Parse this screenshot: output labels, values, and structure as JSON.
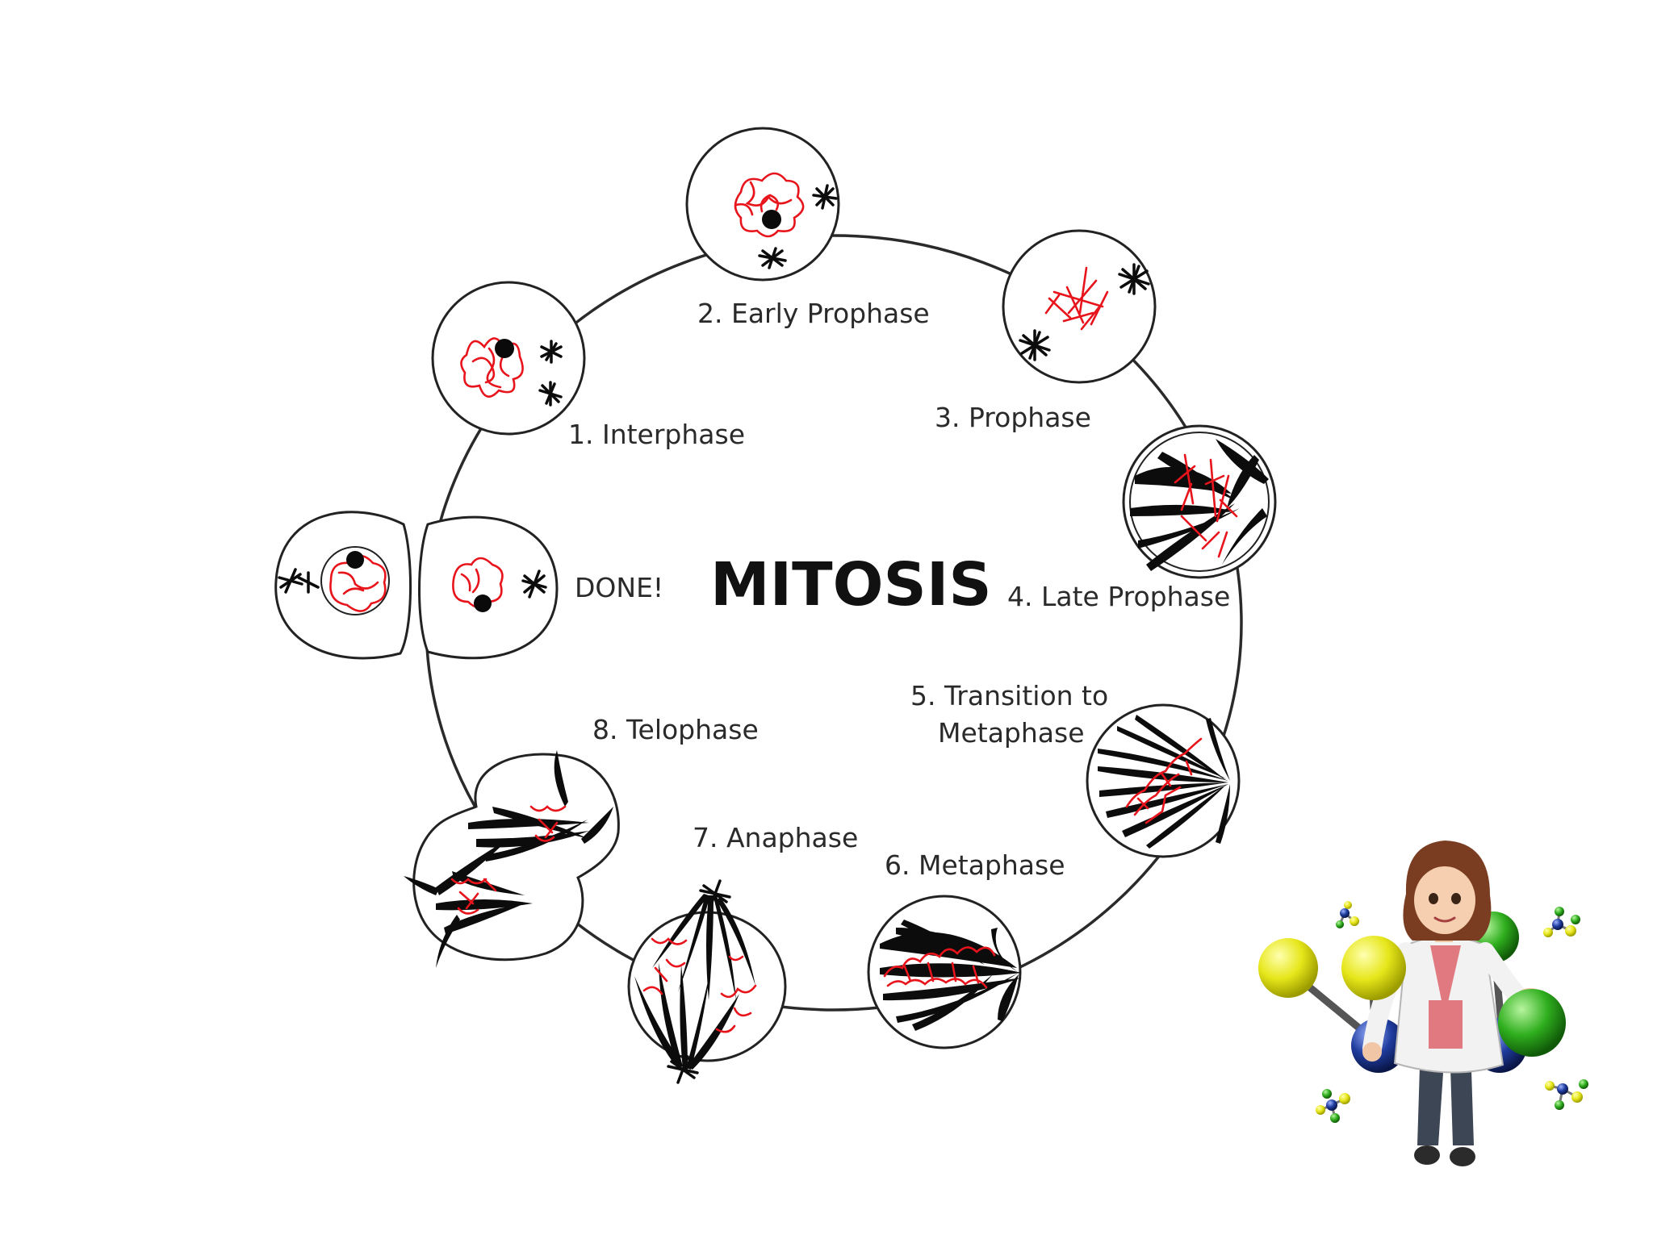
{
  "diagram": {
    "title": "MITOSIS",
    "done_label": "DONE!",
    "stages": [
      {
        "label": "1. Interphase"
      },
      {
        "label": "2. Early Prophase"
      },
      {
        "label": "3. Prophase"
      },
      {
        "label": "4. Late Prophase"
      },
      {
        "label_line1": "5. Transition to",
        "label_line2": "Metaphase"
      },
      {
        "label": "6. Metaphase"
      },
      {
        "label": "7. Anaphase"
      },
      {
        "label": "8. Telophase"
      }
    ]
  },
  "colors": {
    "chromosome": "#e8141c",
    "spindle": "#0c0c0c",
    "outline": "#222222",
    "molecule_yellow": "#e6e61a",
    "molecule_green": "#2fae1e",
    "molecule_blue": "#1f3c9e"
  },
  "mascot": {
    "icon": "scientist-with-molecules-icon"
  }
}
